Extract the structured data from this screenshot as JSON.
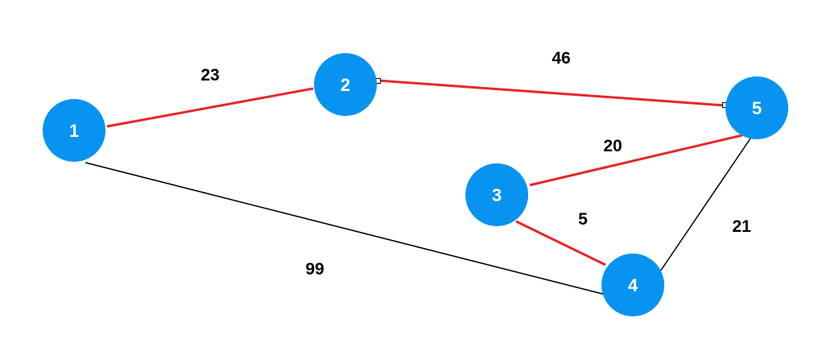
{
  "graph": {
    "colors": {
      "node_fill": "#0793f0",
      "node_text": "#ffffff",
      "edge_highlight": "#e8262a",
      "edge_default": "#000000",
      "label_text": "#000000"
    },
    "nodes": [
      {
        "id": "1",
        "label": "1"
      },
      {
        "id": "2",
        "label": "2"
      },
      {
        "id": "3",
        "label": "3"
      },
      {
        "id": "4",
        "label": "4"
      },
      {
        "id": "5",
        "label": "5"
      }
    ],
    "edges": [
      {
        "from": "1",
        "to": "2",
        "weight": "23",
        "highlighted": true
      },
      {
        "from": "2",
        "to": "5",
        "weight": "46",
        "highlighted": true
      },
      {
        "from": "3",
        "to": "5",
        "weight": "20",
        "highlighted": true
      },
      {
        "from": "3",
        "to": "4",
        "weight": "5",
        "highlighted": true
      },
      {
        "from": "1",
        "to": "4",
        "weight": "99",
        "highlighted": false
      },
      {
        "from": "4",
        "to": "5",
        "weight": "21",
        "highlighted": false
      }
    ]
  }
}
